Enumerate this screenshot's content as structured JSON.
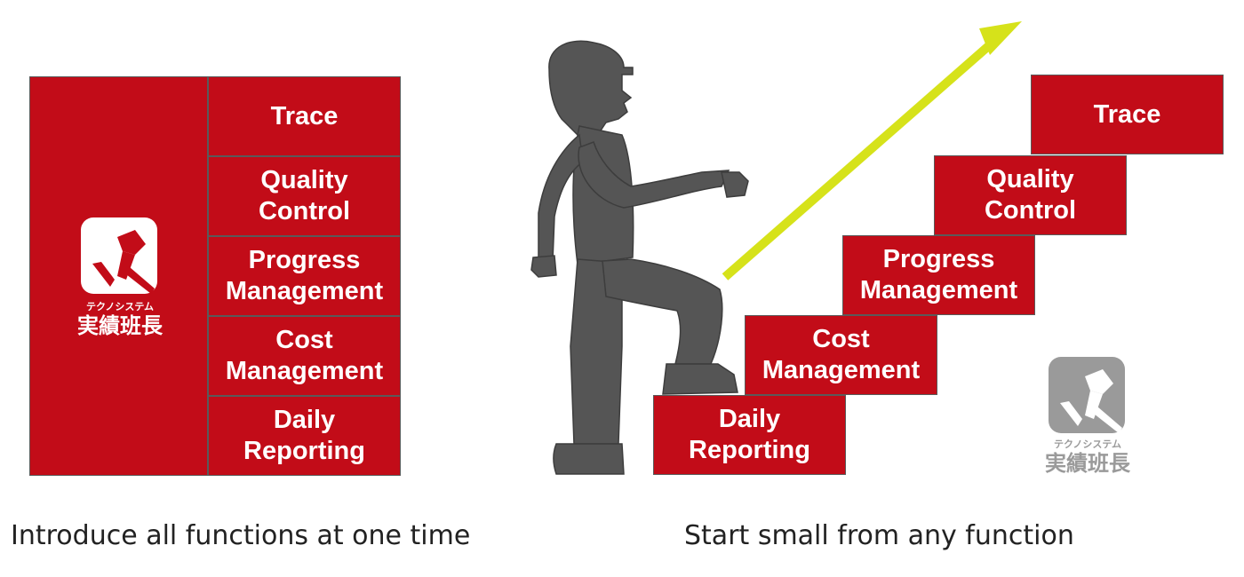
{
  "left_stack": {
    "items": [
      {
        "lines": [
          "Trace"
        ]
      },
      {
        "lines": [
          "Quality",
          "Control"
        ]
      },
      {
        "lines": [
          "Progress",
          "Management"
        ]
      },
      {
        "lines": [
          "Cost",
          "Management"
        ]
      },
      {
        "lines": [
          "Daily",
          "Reporting"
        ]
      }
    ]
  },
  "stairs": {
    "steps": [
      {
        "lines": [
          "Daily",
          "Reporting"
        ]
      },
      {
        "lines": [
          "Cost",
          "Management"
        ]
      },
      {
        "lines": [
          "Progress",
          "Management"
        ]
      },
      {
        "lines": [
          "Quality",
          "Control"
        ]
      },
      {
        "lines": [
          "Trace"
        ]
      }
    ]
  },
  "logo": {
    "kana": "テクノシステム",
    "name": "実績班長"
  },
  "captions": {
    "left": "Introduce all functions at one time",
    "right": "Start small from any function"
  },
  "colors": {
    "red": "#c20c18",
    "arrow": "#d6e21a",
    "figure": "#555555",
    "logo_gray": "#9a9a9a"
  }
}
